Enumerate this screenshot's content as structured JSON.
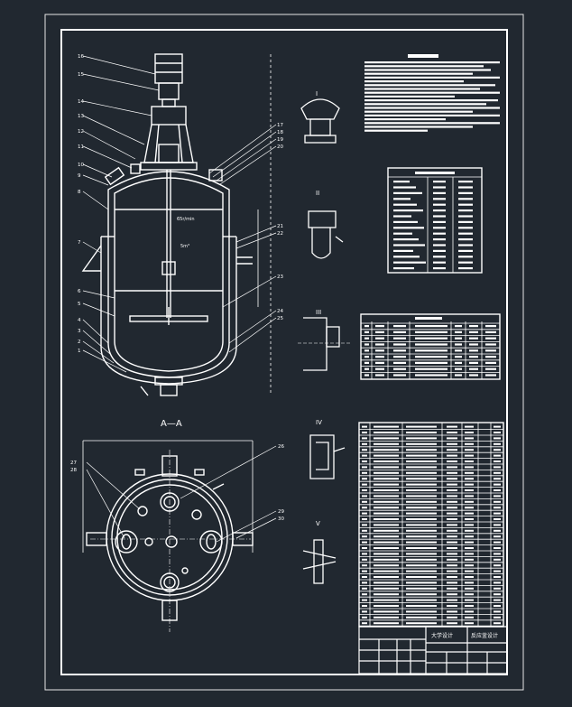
{
  "drawing": {
    "section_label": "A—A",
    "tag_numbers_upper_left": [
      "16",
      "15",
      "14",
      "13",
      "12",
      "11",
      "10",
      "9",
      "8",
      "7",
      "6",
      "5",
      "4",
      "3",
      "2",
      "1"
    ],
    "tag_numbers_upper_right": [
      "17",
      "18",
      "19",
      "20",
      "21",
      "22",
      "23",
      "24",
      "25"
    ],
    "tag_numbers_plan_view": [
      "27",
      "28",
      "26",
      "29",
      "30"
    ],
    "detail_views": [
      {
        "roman": "I"
      },
      {
        "roman": "II"
      },
      {
        "roman": "III"
      },
      {
        "roman": "IV"
      },
      {
        "roman": "V"
      }
    ],
    "inner_labels": [
      "65r/min",
      "5m³"
    ]
  },
  "title_block": {
    "designer_cell": "大学设计",
    "title_cell": "反应釜设计"
  },
  "colors": {
    "background": "#212830",
    "linework": "#ffffff",
    "border": "#ffffff"
  }
}
